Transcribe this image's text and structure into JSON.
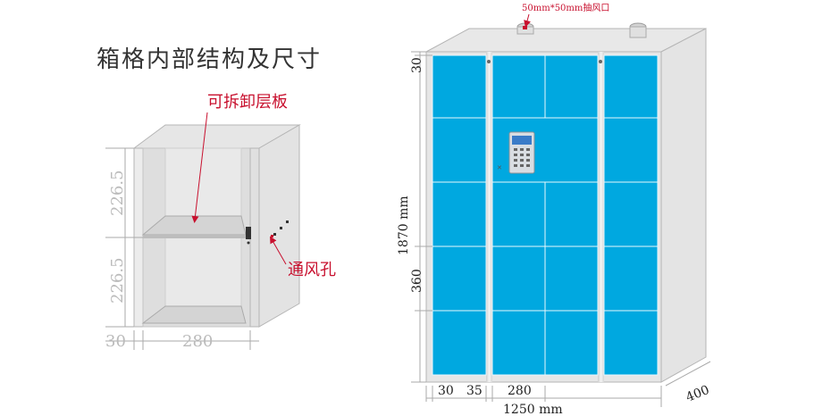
{
  "left_diagram": {
    "title": "箱格内部结构及尺寸",
    "shelf_label": "可拆卸层板",
    "vent_label": "通风孔",
    "dim_upper": "226.5",
    "dim_lower": "226.5",
    "dim_side": "30",
    "dim_width": "280"
  },
  "right_diagram": {
    "top_vent_label": "50mm*50mm抽风口",
    "dim_top_margin": "30",
    "dim_height": "1870 mm",
    "dim_cell": "360",
    "dim_bottom_1": "30",
    "dim_bottom_2": "35",
    "dim_bottom_3": "280",
    "dim_width": "1250 mm",
    "dim_depth": "400"
  },
  "colors": {
    "door_blue": "#00a8e0",
    "frame_grey": "#e2e2e2",
    "accent_red": "#c8102e"
  }
}
